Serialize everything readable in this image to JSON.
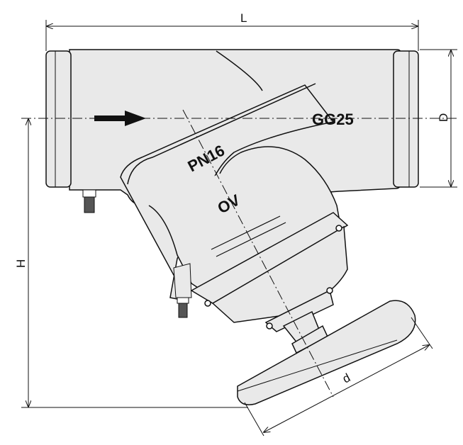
{
  "diagram": {
    "title": "Strainer valve dimension drawing",
    "material_label": "GG25",
    "pressure_label": "PN16",
    "valve_label": "OV",
    "dimensions": {
      "length": "L",
      "pipe_diameter": "D",
      "height": "H",
      "handwheel_diameter": "d"
    },
    "colors": {
      "line": "#111111",
      "fill": "#e9e9e9",
      "background": "#ffffff"
    }
  }
}
